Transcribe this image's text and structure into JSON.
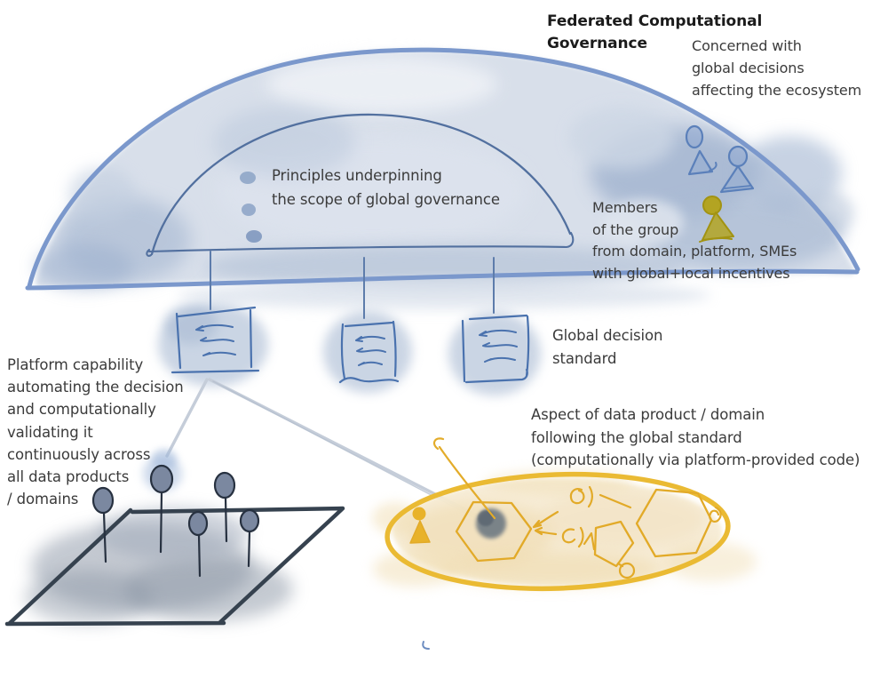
{
  "diagram": {
    "title": "Federated Computational\nGovernance",
    "annotations": {
      "concerned": "Concerned with\nglobal decisions\naffecting the ecosystem",
      "principles": "Principles underpinning\nthe scope of global governance",
      "members": "Members\nof the group\nfrom domain, platform, SMEs\nwith global+local incentives",
      "standard": "Global decision\nstandard",
      "platform_capability": "Platform capability\nautomating the decision\nand computationally\nvalidating it\ncontinuously across\nall data products\n/ domains",
      "aspect": "Aspect of data product / domain\nfollowing the global standard\n(computationally via platform-provided code)"
    },
    "colors": {
      "dome_stroke": "#7b98cc",
      "dome_wash": "#c9d4e3",
      "inner_arc": "#52709f",
      "doc_stroke": "#4a72ae",
      "member_blue": "#5b80ba",
      "member_yellow": "#b3a422",
      "domain_ellipse_stroke": "#eaba33",
      "domain_doodle": "#e2aa28",
      "domain_fill": "#f7edd6",
      "plane_stroke": "#36424f",
      "pin_fill": "#7b88a0",
      "leader_gray": "#c5cdd9",
      "text": "#3b3b3b",
      "title_text": "#1b1b1b"
    },
    "elements": [
      "governance-dome",
      "scope-arc",
      "principle-bullets",
      "member-figure-blue-1",
      "member-figure-blue-2",
      "member-figure-yellow",
      "decision-doc-1",
      "decision-doc-2",
      "decision-doc-3",
      "leader-line-to-platform",
      "leader-line-to-domain",
      "aspect-leader-line",
      "domain-ellipse",
      "data-product-hexagon-1",
      "data-product-hexagon-2",
      "data-product-pentagon",
      "output-port-doodles",
      "domain-member-figure",
      "platform-plane",
      "data-product-pins"
    ]
  }
}
